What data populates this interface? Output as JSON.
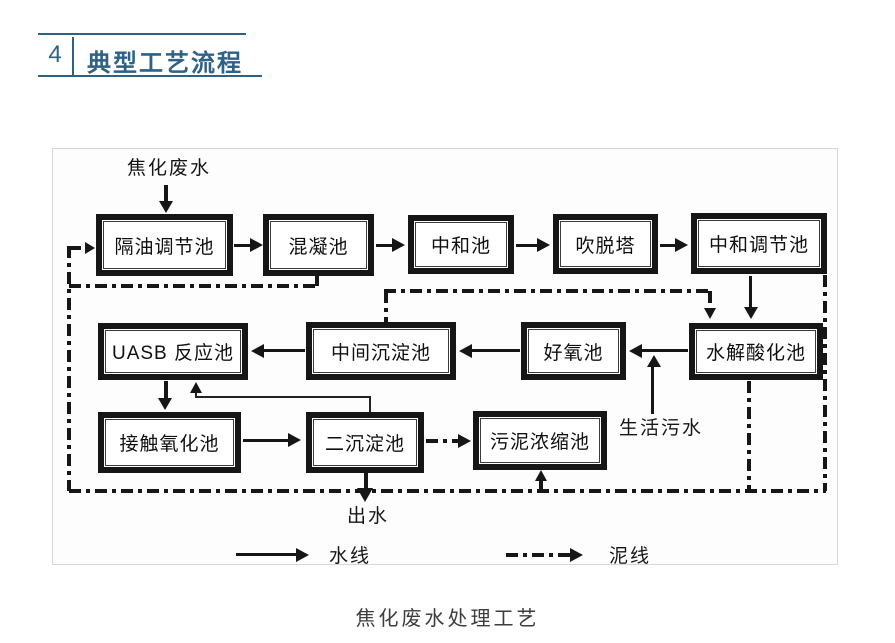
{
  "header": {
    "number": "4",
    "title": "典型工艺流程"
  },
  "diagram": {
    "influent_label": "焦化废水",
    "boxes": {
      "geyou": "隔油调节池",
      "hunning": "混凝池",
      "zhonghe": "中和池",
      "chuituo": "吹脱塔",
      "zhonghe_tiaojie": "中和调节池",
      "uasb": "UASB 反应池",
      "zhongjian_chendian": "中间沉淀池",
      "haoyang": "好氧池",
      "shuijie_suanhua": "水解酸化池",
      "jiechu_yanghua": "接触氧化池",
      "erchen_dian": "二沉淀池",
      "wuni_nongsuo": "污泥浓缩池"
    },
    "domestic_sewage_label": "生活污水",
    "effluent_label": "出水",
    "legend": {
      "water_line": "水线",
      "sludge_line": "泥线"
    }
  },
  "caption": "焦化废水处理工艺",
  "colors": {
    "accent": "#2d6187",
    "ink": "#161616"
  }
}
